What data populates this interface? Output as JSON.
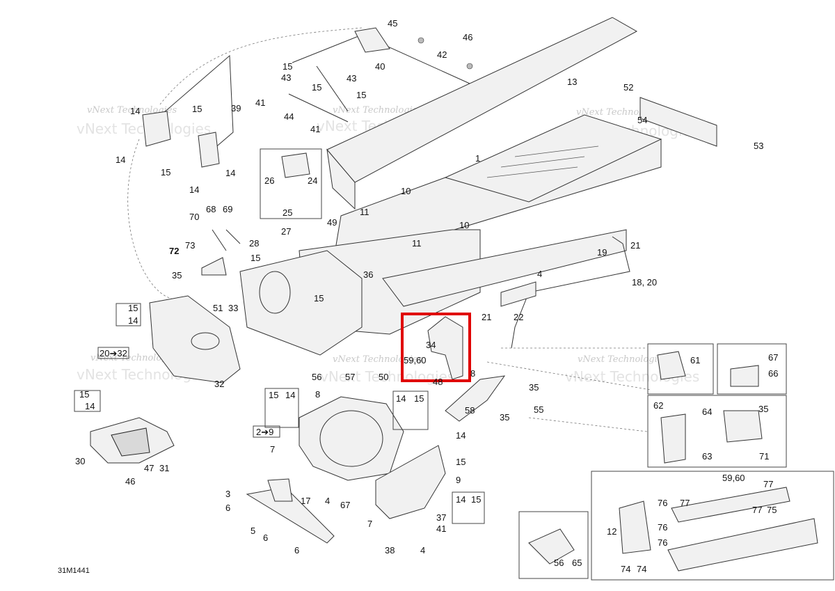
{
  "diagram_code": "31M1441",
  "watermark": "vNext Technologies",
  "highlight_color": "#e00000",
  "callouts": {
    "c1": "1",
    "c3": "3",
    "c4a": "4",
    "c4b": "4",
    "c4c": "4",
    "c5": "5",
    "c6a": "6",
    "c6b": "6",
    "c6c": "6",
    "c7a": "7",
    "c7b": "7",
    "c8a": "8",
    "c8b": "8",
    "c9": "9",
    "c10a": "10",
    "c10b": "10",
    "c11a": "11",
    "c11b": "11",
    "c12": "12",
    "c13": "13",
    "c14a": "14",
    "c14b": "14",
    "c14c": "14",
    "c14d": "14",
    "c14e": "14",
    "c14f": "14",
    "c14g": "14",
    "c14h": "14",
    "c15a": "15",
    "c15b": "15",
    "c15c": "15",
    "c15d": "15",
    "c15e": "15",
    "c15f": "15",
    "c15g": "15",
    "c15h": "15",
    "c15i": "15",
    "c15j": "15",
    "c15k": "15",
    "c15l": "15",
    "c15m": "15",
    "c17": "17",
    "c18": "18, 20",
    "c19": "19",
    "c20_32": "20➔32",
    "c2_9": "2➔9",
    "c21a": "21",
    "c21b": "21",
    "c22": "22",
    "c24": "24",
    "c25": "25",
    "c26": "26",
    "c27": "27",
    "c28": "28",
    "c30": "30",
    "c31": "31",
    "c32": "32",
    "c33": "33",
    "c34": "34",
    "c35a": "35",
    "c35b": "35",
    "c35c": "35",
    "c35d": "35",
    "c36": "36",
    "c37": "37",
    "c38": "38",
    "c39": "39",
    "c40": "40",
    "c41a": "41",
    "c41b": "41",
    "c41c": "41",
    "c42": "42",
    "c43a": "43",
    "c43b": "43",
    "c44": "44",
    "c45": "45",
    "c46a": "46",
    "c46b": "46",
    "c47": "47",
    "c48": "48",
    "c49": "49",
    "c50": "50",
    "c51": "51",
    "c52": "52",
    "c53": "53",
    "c54": "54",
    "c55": "55",
    "c56a": "56",
    "c56b": "56",
    "c57": "57",
    "c58": "58",
    "c5960a": "59,60",
    "c5960b": "59,60",
    "c61": "61",
    "c62": "62",
    "c63": "63",
    "c64": "64",
    "c65": "65",
    "c66": "66",
    "c67a": "67",
    "c67b": "67",
    "c68": "68",
    "c69": "69",
    "c70": "70",
    "c71": "71",
    "c72": "72",
    "c73": "73",
    "c74a": "74",
    "c74b": "74",
    "c75": "75",
    "c76a": "76",
    "c76b": "76",
    "c76c": "76",
    "c77a": "77",
    "c77b": "77",
    "c77c": "77"
  }
}
